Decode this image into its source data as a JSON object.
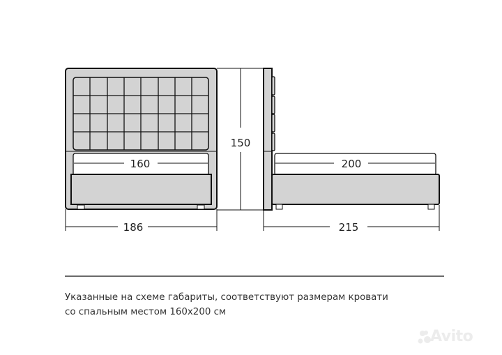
{
  "diagram": {
    "type": "bed dimension drawing",
    "colors": {
      "fill": "#d3d3d3",
      "line": "#111111",
      "mattress": "#ffffff"
    },
    "front_view": {
      "headboard_grid": {
        "columns": 8,
        "rows": 4
      },
      "mattress_width_label": "160",
      "overall_width_label": "186"
    },
    "side_view": {
      "mattress_length_label": "200",
      "overall_length_label": "215",
      "height_label": "150"
    }
  },
  "caption": {
    "line1": "Указанные на схеме габариты, соответствуют размерам кровати",
    "line2": "со спальным местом 160x200 см"
  },
  "watermark": {
    "label": "Avito"
  }
}
